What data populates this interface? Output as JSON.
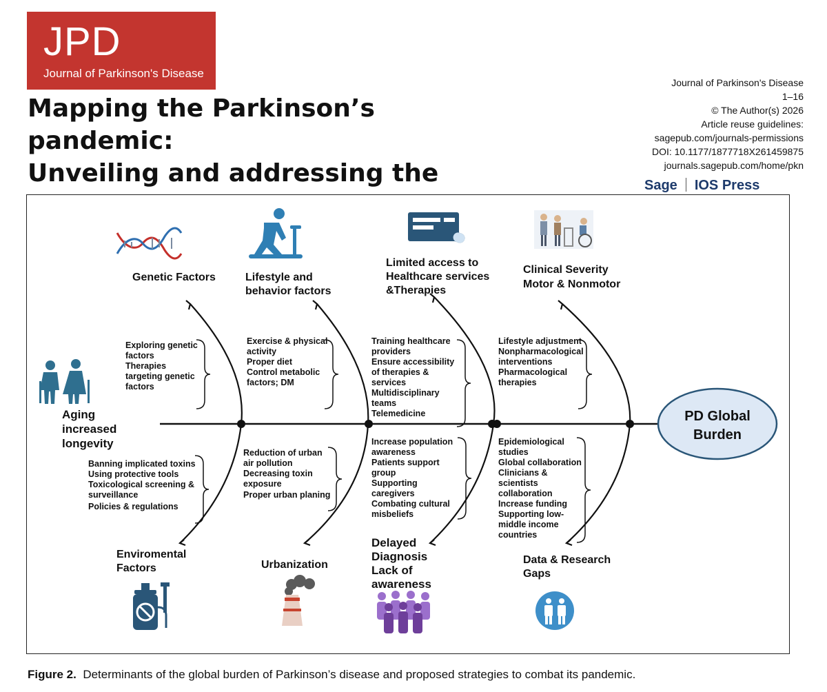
{
  "logo": {
    "big": "JPD",
    "small": "Journal of Parkinson's Disease"
  },
  "title": [
    "Mapping the Parkinson’s pandemic:",
    "Unveiling and addressing the global",
    "burden"
  ],
  "meta": {
    "journal": "Journal of Parkinson's Disease",
    "pages": "1–16",
    "copyright": "© The Author(s) 2026",
    "reuse": "Article reuse guidelines:",
    "reuse_url": "sagepub.com/journals-permissions",
    "doi": "DOI: 10.1177/1877718X261459875",
    "homepage": "journals.sagepub.com/home/pkn",
    "publisher1": "Sage",
    "publisher2": "IOS Press"
  },
  "figure": {
    "effect": [
      "PD Global",
      "Burden"
    ],
    "aging": [
      "Aging",
      "increased",
      "longevity"
    ],
    "top_causes": [
      {
        "label": [
          "Genetic Factors"
        ],
        "items": [
          "Exploring genetic",
          "factors",
          "Therapies",
          "targeting genetic",
          "factors"
        ]
      },
      {
        "label": [
          "Lifestyle and",
          "behavior factors"
        ],
        "items": [
          "Exercise & physical",
          "activity",
          "Proper diet",
          "Control metabolic",
          "factors; DM"
        ]
      },
      {
        "label": [
          "Limited access to",
          "Healthcare services",
          "&Therapies"
        ],
        "items": [
          "Training healthcare",
          "providers",
          "Ensure accessibility",
          "of therapies &",
          "services",
          "Multidisciplinary",
          "teams",
          "Telemedicine"
        ]
      },
      {
        "label": [
          "Clinical Severity",
          "Motor & Nonmotor"
        ],
        "items": [
          "Lifestyle adjustment",
          "Nonpharmacological",
          "interventions",
          "Pharmacological",
          "therapies"
        ]
      }
    ],
    "bottom_causes": [
      {
        "label": [
          "Enviromental",
          "Factors"
        ],
        "items": [
          "Banning implicated toxins",
          "Using protective tools",
          "Toxicological screening &",
          "surveillance",
          "Policies & regulations"
        ]
      },
      {
        "label": [
          "Urbanization"
        ],
        "items": [
          "Reduction of urban",
          "air pollution",
          "Decreasing toxin",
          "exposure",
          "Proper urban planing"
        ]
      },
      {
        "label": [
          "Delayed",
          "Diagnosis",
          "Lack of",
          "awareness"
        ],
        "items": [
          "Increase population",
          "awareness",
          "Patients support",
          "group",
          "Supporting",
          "caregivers",
          "Combating cultural",
          "misbeliefs"
        ]
      },
      {
        "label": [
          "Data & Research",
          "Gaps"
        ],
        "items": [
          "Epidemiological",
          "studies",
          "Global collaboration",
          "Clinicians &",
          "scientists",
          "collaboration",
          " Increase funding",
          "Supporting low-",
          "middle income",
          "countries"
        ]
      }
    ],
    "icons": [
      "dna-icon",
      "treadmill-runner-icon",
      "health-card-pill-icon",
      "elderly-walker-wheelchair-icon",
      "elderly-couple-icon",
      "sprayer-icon",
      "factory-smoke-icon",
      "crowd-icon",
      "doctor-patient-icon"
    ],
    "colors": {
      "icon_blue": "#2f7fb4",
      "dark_blue": "#2a5678",
      "ellipse_fill": "#dde8f5",
      "logo_red": "#c3352f"
    }
  },
  "caption": {
    "label": "Figure 2.",
    "text": "Determinants of the global burden of Parkinson’s disease and proposed strategies to combat its pandemic."
  }
}
